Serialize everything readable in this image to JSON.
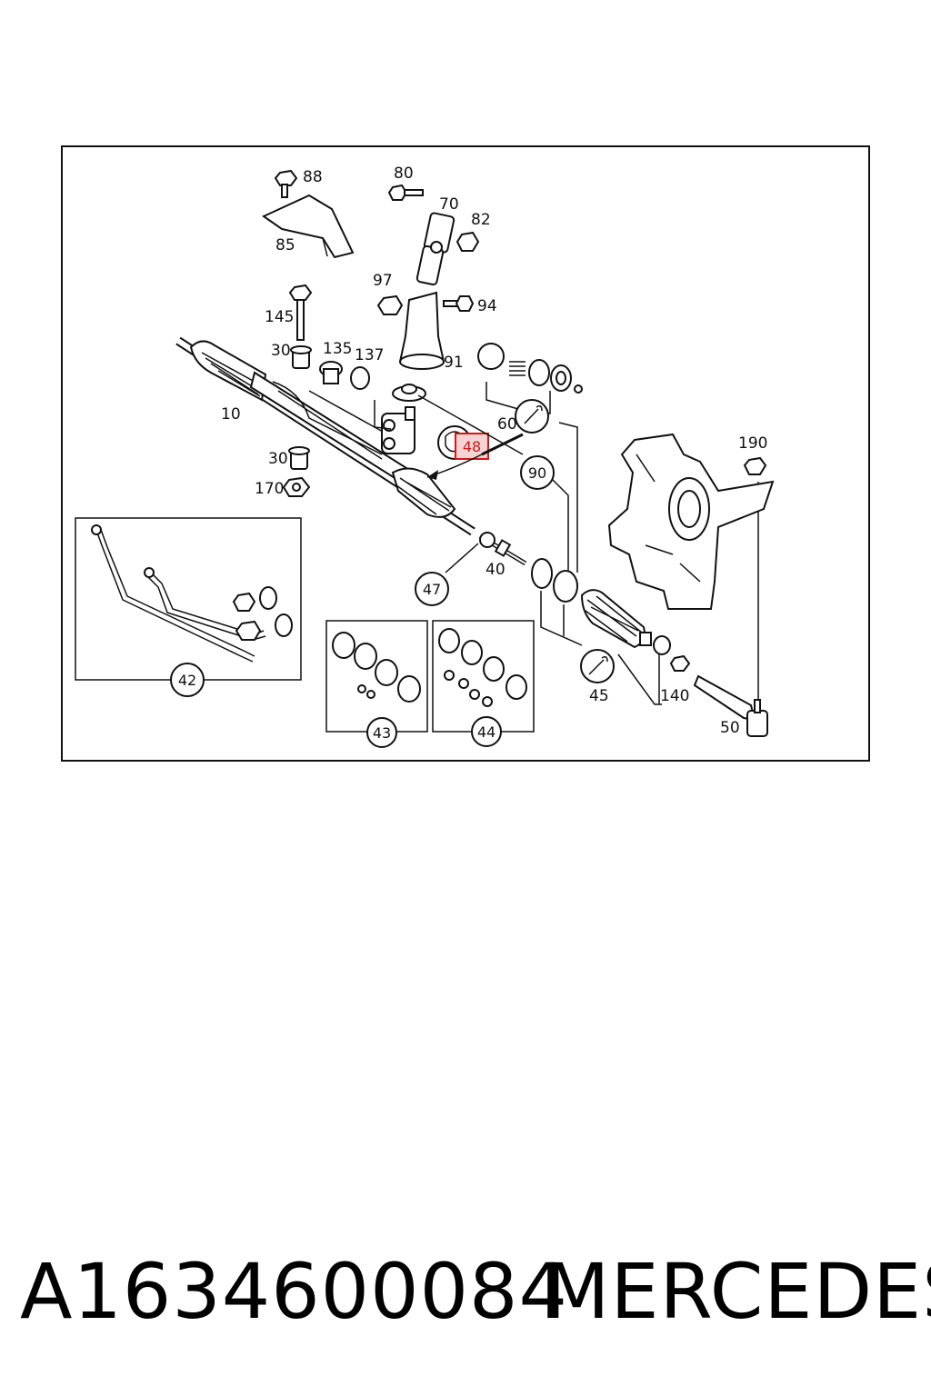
{
  "diagram": {
    "labels": {
      "p88": "88",
      "p80": "80",
      "p70": "70",
      "p82": "82",
      "p85": "85",
      "p97": "97",
      "p94": "94",
      "p145": "145",
      "p30a": "30",
      "p135": "135",
      "p137": "137",
      "p91": "91",
      "p10": "10",
      "p60": "60",
      "p190": "190",
      "p30b": "30",
      "p170": "170",
      "p40": "40",
      "p140": "140",
      "p50": "50"
    },
    "circled": {
      "c90": "90",
      "c47": "47",
      "c42": "42",
      "c43": "43",
      "c44": "44",
      "c45": "45"
    },
    "highlight": {
      "label": "48",
      "color": "#d01818"
    }
  },
  "footer": {
    "part_number": "A1634600084",
    "brand": "MERCEDES"
  }
}
